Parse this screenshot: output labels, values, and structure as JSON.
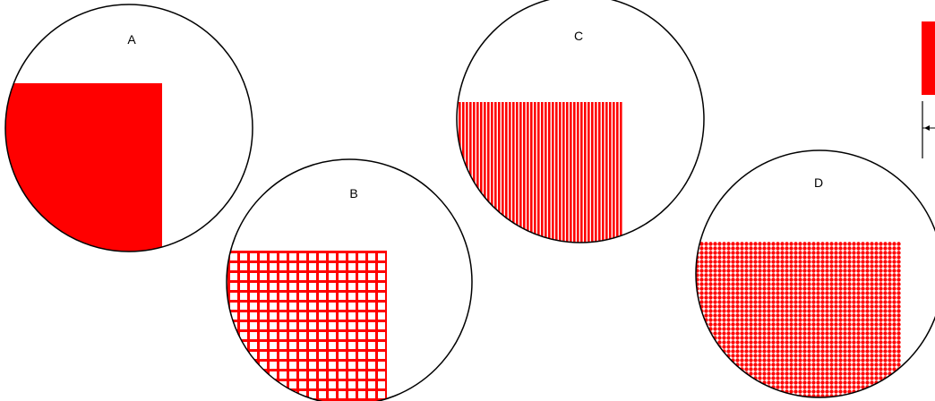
{
  "colors": {
    "fill": "#ff0000",
    "outline": "#000000",
    "background": "#ffffff"
  },
  "circles": [
    {
      "label": "A",
      "pattern": "solid"
    },
    {
      "label": "B",
      "pattern": "grid"
    },
    {
      "label": "C",
      "pattern": "vertical-lines"
    },
    {
      "label": "D",
      "pattern": "dots"
    }
  ]
}
